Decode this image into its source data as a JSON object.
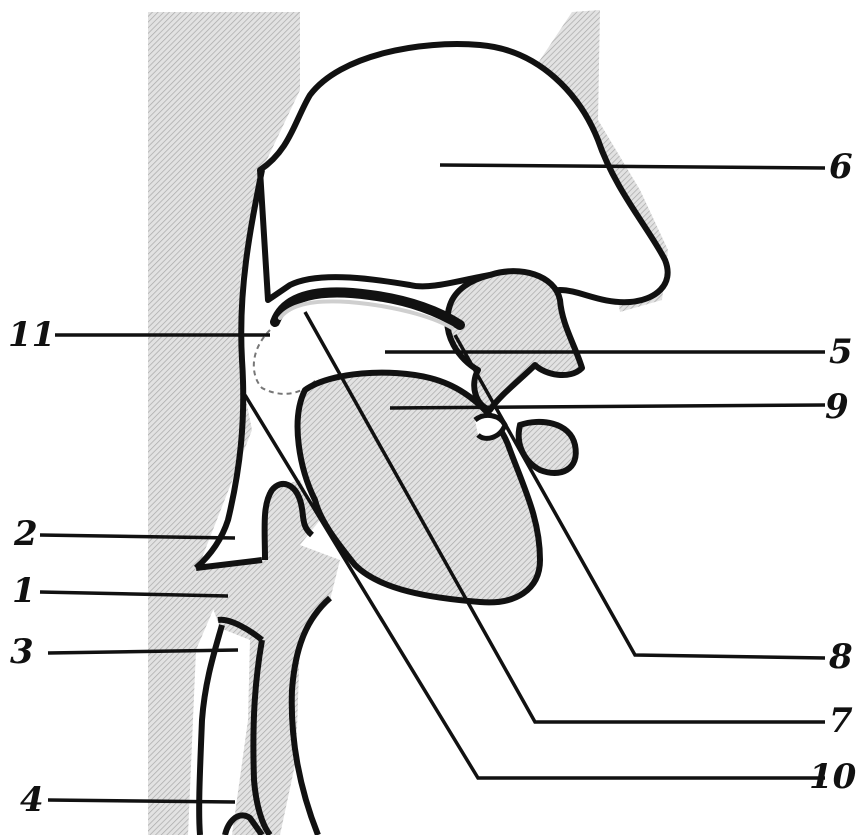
{
  "labels": {
    "l1": "1",
    "l2": "2",
    "l3": "3",
    "l4": "4",
    "l5": "5",
    "l6": "6",
    "l7": "7",
    "l8": "8",
    "l9": "9",
    "l10": "10",
    "l11": "11"
  },
  "colors": {
    "ink": "#111111",
    "tissue": "#d4d4d4",
    "background": "#ffffff"
  }
}
